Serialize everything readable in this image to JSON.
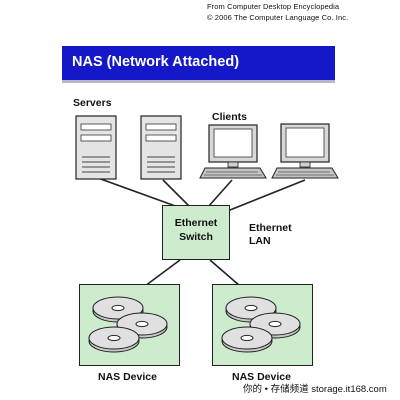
{
  "source_line1": "From Computer Desktop Encyclopedia",
  "source_line2": "© 2006 The Computer Language Co. Inc.",
  "banner_title": "NAS (Network Attached)",
  "labels": {
    "servers": "Servers",
    "clients": "Clients",
    "switch_line1": "Ethernet",
    "switch_line2": "Switch",
    "lan_line1": "Ethernet",
    "lan_line2": "LAN",
    "nas_device_left": "NAS Device",
    "nas_device_right": "NAS Device"
  },
  "watermark": "你的 • 存储频道  storage.it168.com",
  "colors": {
    "banner": "#1418c8",
    "switch_fill": "#cdeccd",
    "nas_fill": "#cdeccd",
    "server_fill": "#e4e4e4",
    "disk_fill": "#c8c8c8"
  }
}
